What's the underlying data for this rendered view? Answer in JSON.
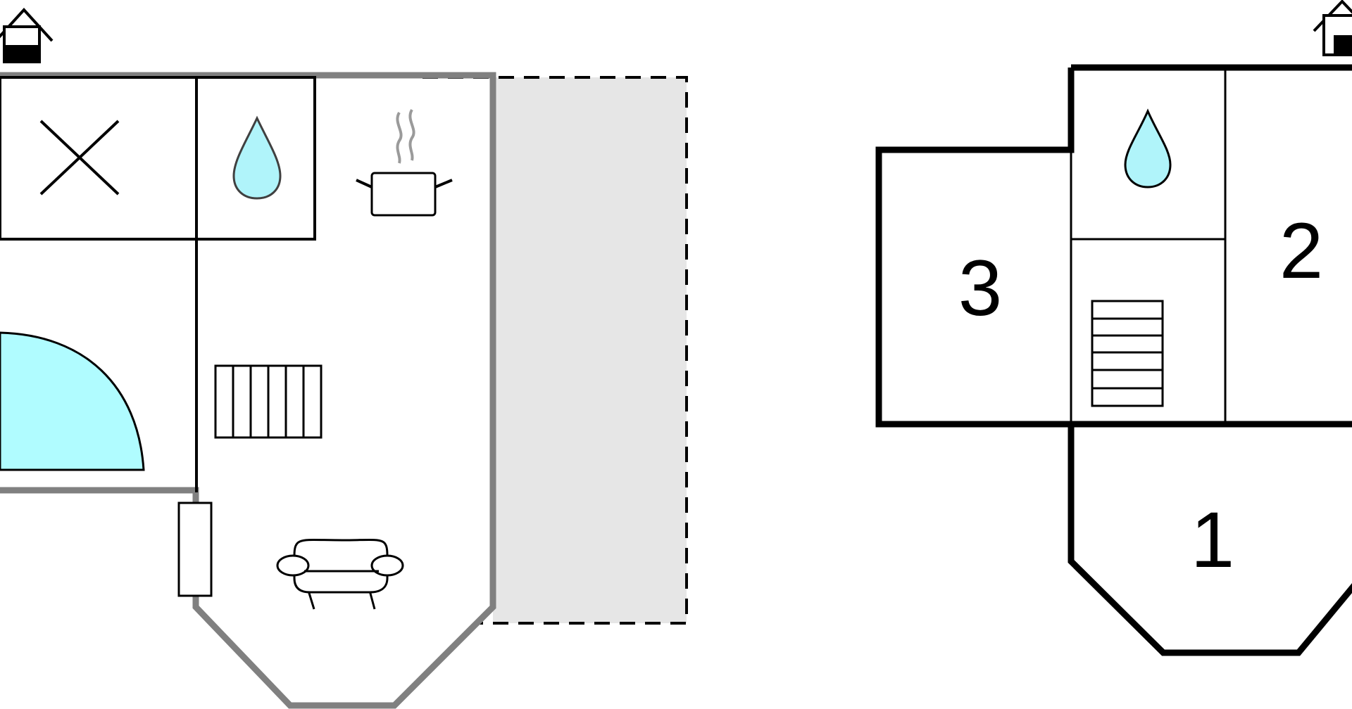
{
  "colors": {
    "wall_dark": "#000000",
    "wall_grey": "#808080",
    "water": "#b0f4fa",
    "pool": "#b0fcff",
    "terrace": "#e6e6e6",
    "steam": "#9a9a9a"
  },
  "floor_plans": [
    {
      "level": "ground",
      "icons": [
        "floor-level-icon",
        "toilet-icon",
        "water-drop-icon",
        "cooking-pot-icon",
        "radiator-icon",
        "sofa-icon",
        "pool",
        "terrace"
      ]
    },
    {
      "level": "upper",
      "icons": [
        "floor-level-icon",
        "water-drop-icon",
        "staircase-icon"
      ],
      "rooms": [
        {
          "number": "1"
        },
        {
          "number": "2"
        },
        {
          "number": "3"
        }
      ]
    }
  ]
}
